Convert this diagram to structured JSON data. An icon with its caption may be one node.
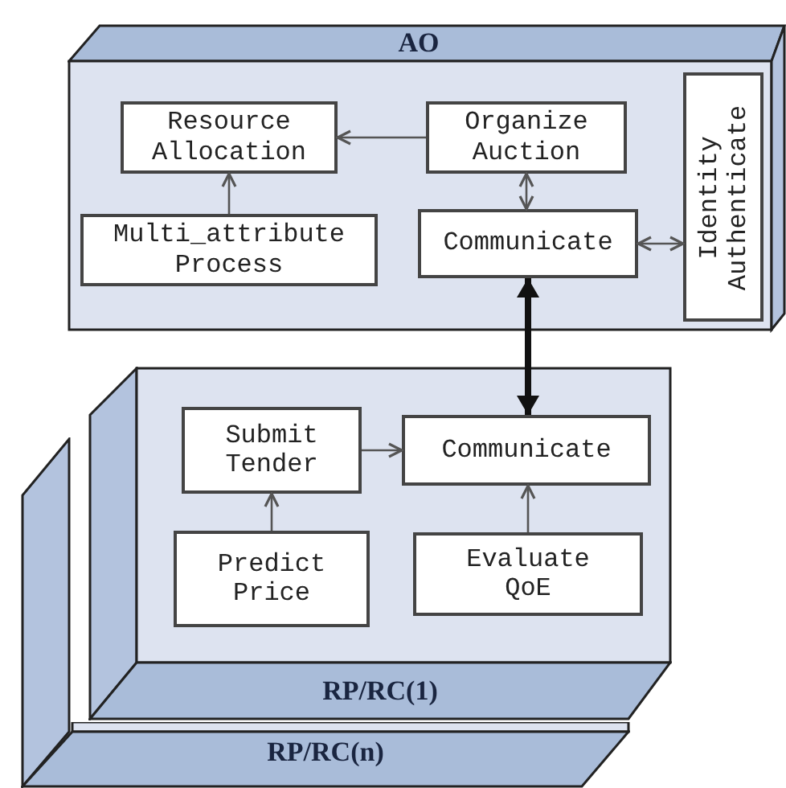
{
  "diagram": {
    "nodes": [
      {
        "text": [
          "AO"
        ]
      },
      {
        "text": [
          "Resource Allocation"
        ],
        "in": 0
      },
      {
        "text": [
          "Organize Auction"
        ],
        "in": 0
      },
      {
        "text": [
          "Multi_attribute Process"
        ],
        "in": 0
      },
      {
        "text": [
          "Communicate"
        ],
        "in": 0
      },
      {
        "text": [
          "Identity Authenticate"
        ],
        "in": 0
      },
      {
        "text": [
          "RP/RC(1)"
        ]
      },
      {
        "text": [
          "Submit Tender"
        ],
        "in": 6
      },
      {
        "text": [
          "Communicate"
        ],
        "in": 6
      },
      {
        "text": [
          "Predict Price"
        ],
        "in": 6
      },
      {
        "text": [
          "Evaluate QoE"
        ],
        "in": 6
      },
      {
        "text": [
          "RP/RC(n)"
        ]
      }
    ],
    "edges": [
      {
        "from": 2,
        "to": 1,
        "arrow": "to"
      },
      {
        "from": 3,
        "to": 1,
        "arrow": "to"
      },
      {
        "from": 2,
        "to": 4,
        "arrow": "both"
      },
      {
        "from": 4,
        "to": 5,
        "arrow": "both"
      },
      {
        "from": 4,
        "to": 8,
        "arrow": "both",
        "style": "thick"
      },
      {
        "from": 7,
        "to": 8,
        "arrow": "to"
      },
      {
        "from": 9,
        "to": 7,
        "arrow": "to"
      },
      {
        "from": 10,
        "to": 8,
        "arrow": "to"
      }
    ]
  }
}
